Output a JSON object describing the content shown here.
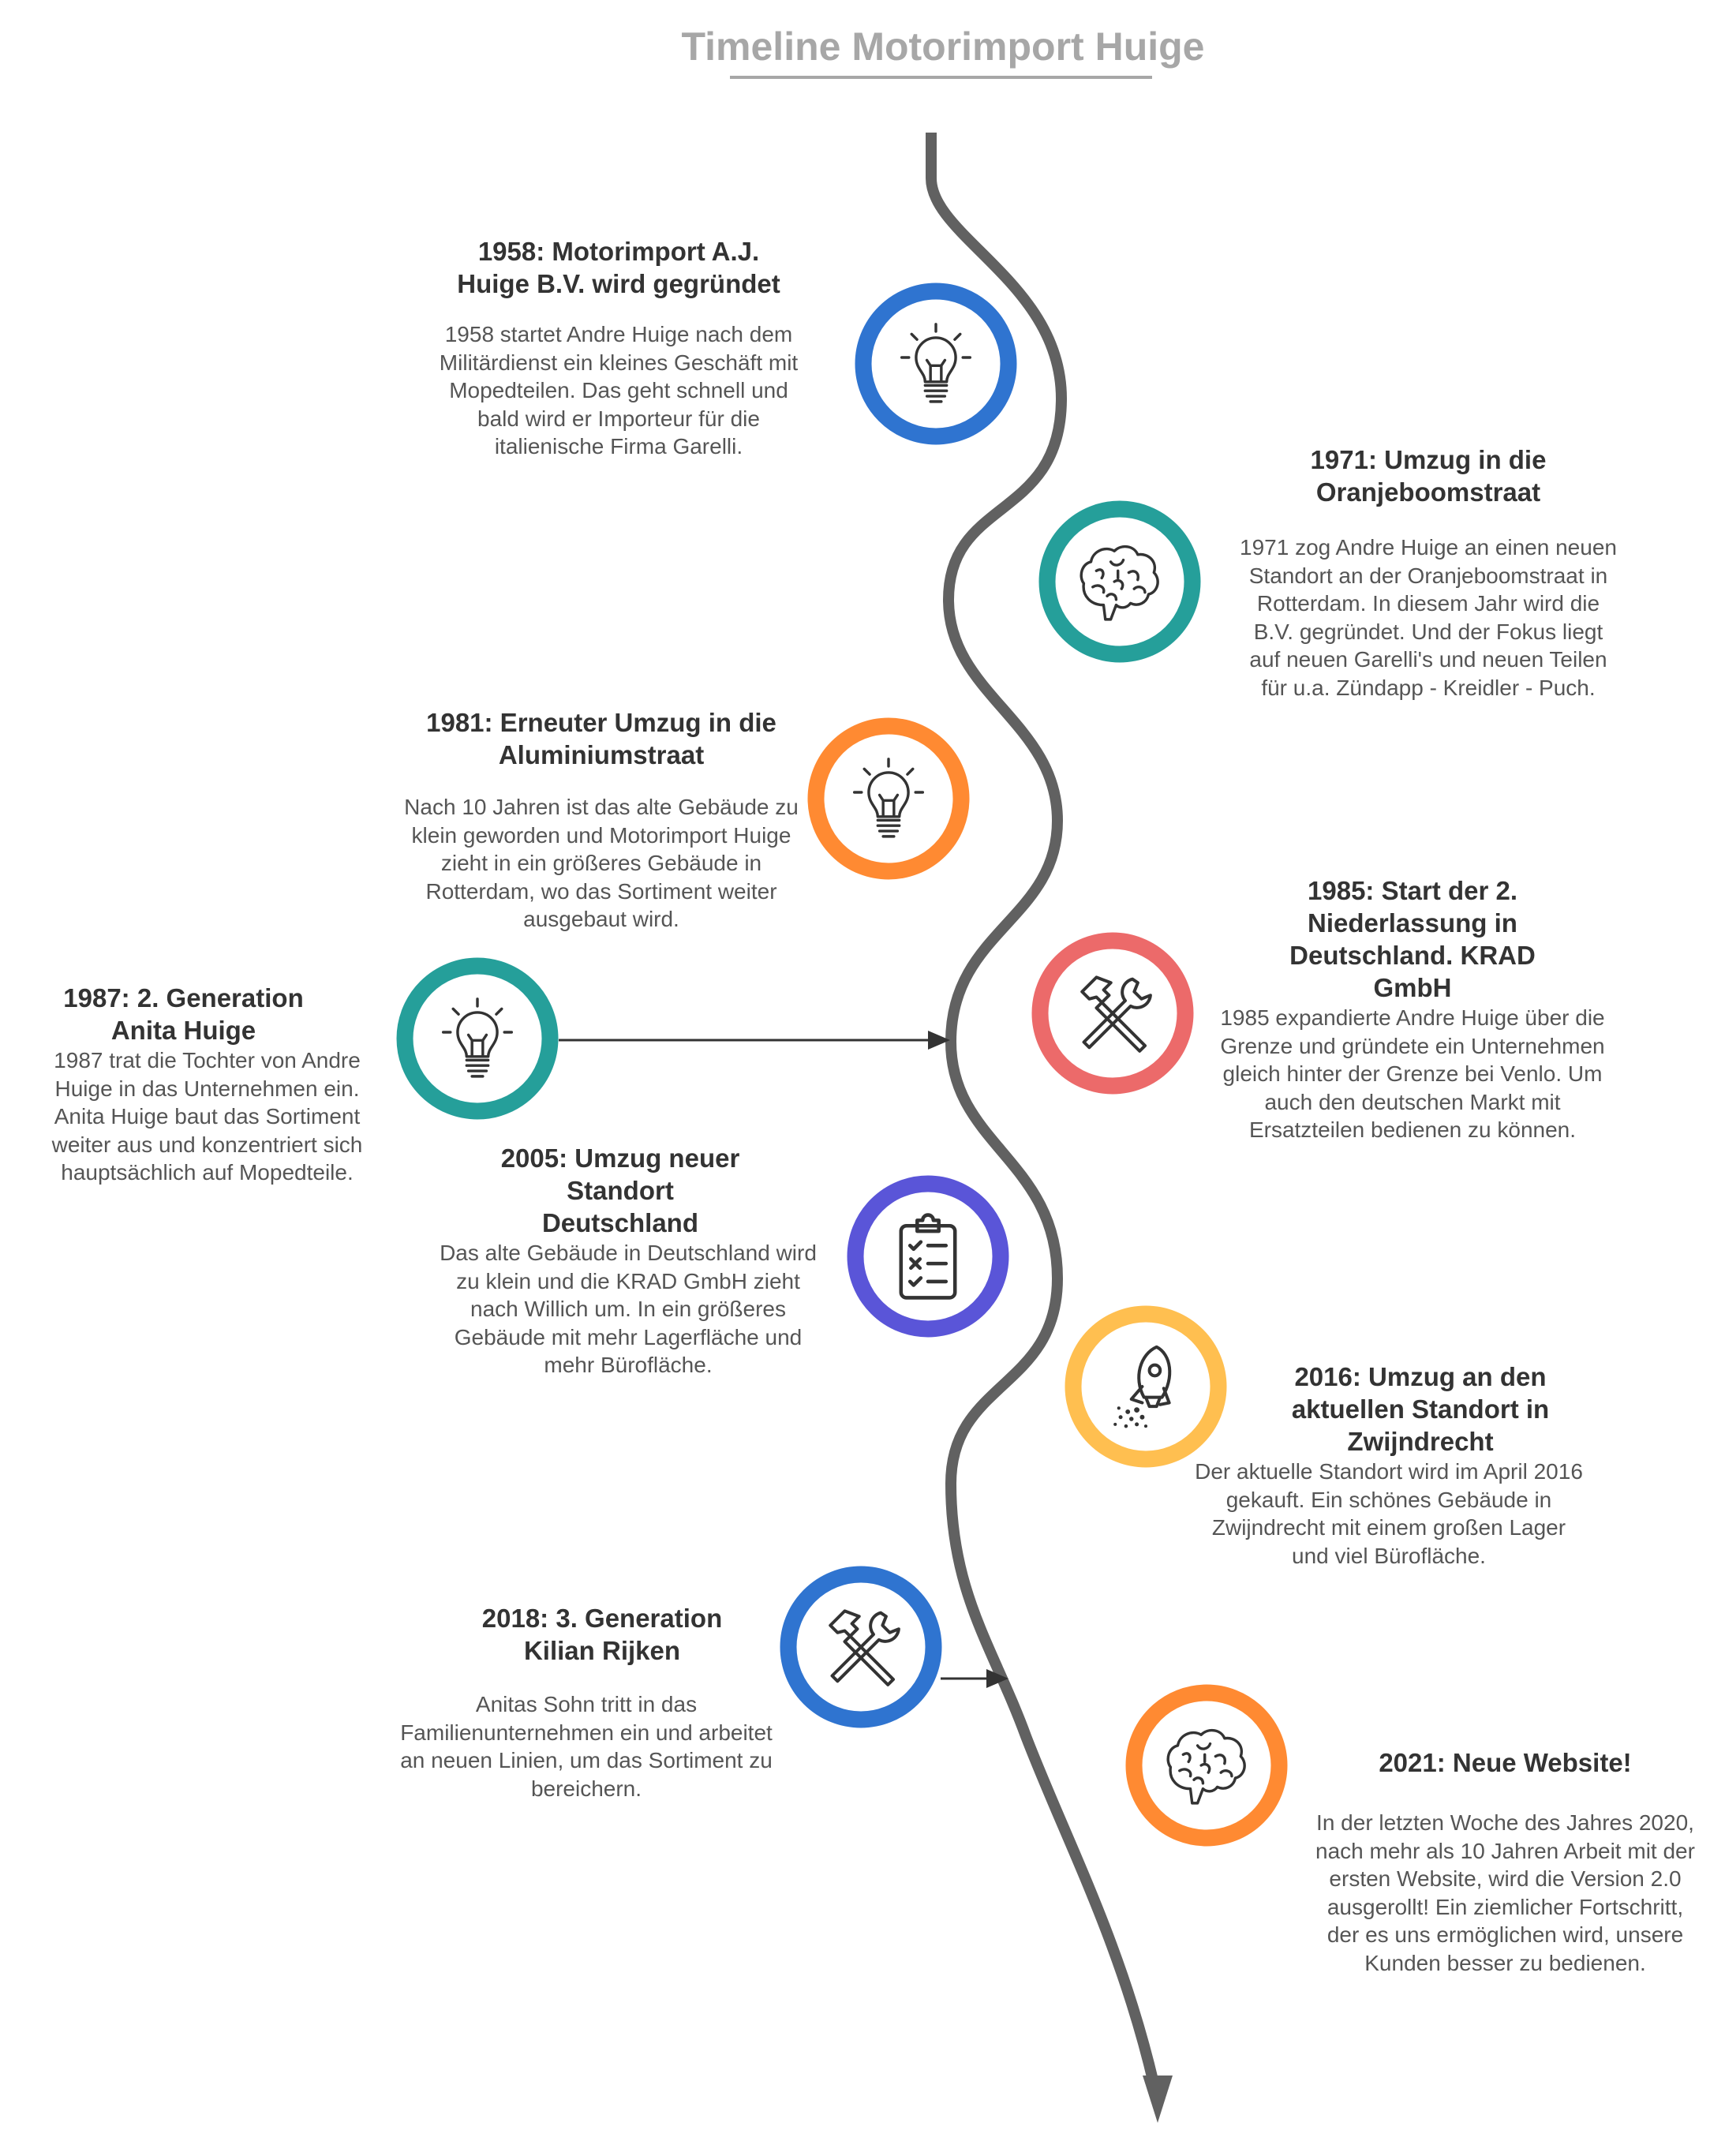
{
  "title": "Timeline Motorimport Huige",
  "colors": {
    "line": "#616161",
    "blue": "#2f74d0",
    "teal": "#259f9a",
    "orange": "#ff8a32",
    "red": "#ec6a6a",
    "indigo": "#5a55d8",
    "yellow": "#ffbf50",
    "icon": "#333333"
  },
  "events": [
    {
      "heading": "1958: Motorimport A.J.\nHuige B.V. wird gegründet",
      "text": "1958 startet Andre Huige nach dem\nMilitärdienst ein kleines Geschäft mit\nMopedteilen. Das geht schnell und\nbald wird er Importeur für die\nitalienische Firma Garelli.",
      "icon": "lightbulb-icon",
      "color": "blue"
    },
    {
      "heading": "1971: Umzug in die\nOranjeboomstraat",
      "text": "1971 zog Andre Huige an einen neuen\nStandort an der Oranjeboomstraat in\nRotterdam. In diesem Jahr wird die\nB.V. gegründet. Und der Fokus liegt\nauf neuen Garelli's und neuen Teilen\nfür u.a. Zündapp - Kreidler - Puch.",
      "icon": "brain-icon",
      "color": "teal"
    },
    {
      "heading": "1981: Erneuter Umzug in die\nAluminiumstraat",
      "text": "Nach 10 Jahren ist das alte Gebäude zu\nklein geworden und Motorimport Huige\nzieht in ein größeres Gebäude in\nRotterdam, wo das Sortiment weiter\nausgebaut wird.",
      "icon": "lightbulb-icon",
      "color": "orange"
    },
    {
      "heading": "1985: Start der 2.\nNiederlassung in\nDeutschland. KRAD\nGmbH",
      "text": "1985 expandierte Andre Huige über die\nGrenze und gründete ein Unternehmen\ngleich hinter der Grenze bei Venlo. Um\nauch den deutschen Markt mit\nErsatzteilen bedienen zu können.",
      "icon": "hammer-wrench-icon",
      "color": "red"
    },
    {
      "heading": "1987: 2. Generation\nAnita Huige",
      "text": "1987 trat die Tochter von Andre\nHuige in das Unternehmen ein.\nAnita Huige baut das Sortiment\nweiter aus und konzentriert sich\nhauptsächlich auf Mopedteile.",
      "icon": "lightbulb-icon",
      "color": "teal"
    },
    {
      "heading": "2005: Umzug neuer\nStandort\nDeutschland",
      "text": "Das alte Gebäude in Deutschland wird\nzu klein und die KRAD GmbH zieht\nnach Willich um. In ein größeres\nGebäude mit mehr Lagerfläche und\nmehr Bürofläche.",
      "icon": "clipboard-checklist-icon",
      "color": "indigo"
    },
    {
      "heading": "2016: Umzug an den\naktuellen Standort in\nZwijndrecht",
      "text": "Der aktuelle Standort wird im April 2016\ngekauft. Ein schönes Gebäude in\nZwijndrecht mit einem großen Lager\nund viel Bürofläche.",
      "icon": "rocket-icon",
      "color": "yellow"
    },
    {
      "heading": "2018: 3. Generation\nKilian Rijken",
      "text": "Anitas Sohn tritt in das\nFamilienunternehmen ein und arbeitet\nan neuen Linien, um das Sortiment zu\nbereichern.",
      "icon": "hammer-wrench-icon",
      "color": "blue"
    },
    {
      "heading": "2021: Neue Website!",
      "text": "In der letzten Woche des Jahres 2020,\nnach mehr als 10 Jahren Arbeit mit der\nersten Website, wird die Version 2.0\nausgerollt! Ein ziemlicher Fortschritt,\nder es uns ermöglichen wird, unsere\nKunden besser zu bedienen.",
      "icon": "brain-icon",
      "color": "orange"
    }
  ]
}
